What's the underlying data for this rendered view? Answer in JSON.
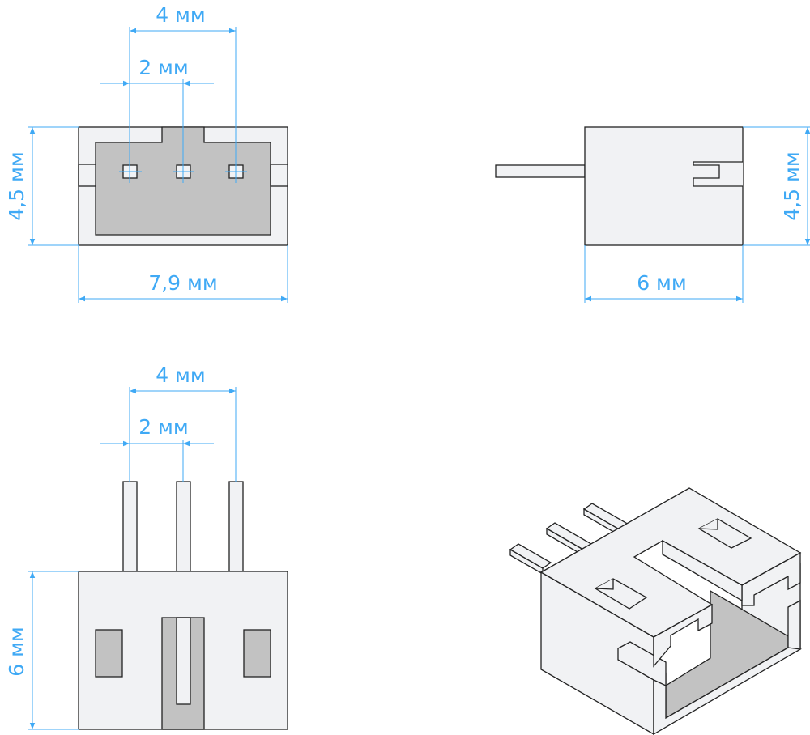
{
  "colors": {
    "dimension": "#3fa9f5",
    "body": "#f1f2f4",
    "cavity": "#c2c2c2",
    "outline": "#222222"
  },
  "views": {
    "front": {
      "pitch_total": "4 мм",
      "pitch": "2 мм",
      "height": "4,5 мм",
      "width": "7,9 мм"
    },
    "side": {
      "height": "4,5 мм",
      "depth": "6 мм"
    },
    "top": {
      "pitch_total": "4 мм",
      "pitch": "2 мм",
      "depth": "6 мм"
    },
    "isometric": {}
  }
}
